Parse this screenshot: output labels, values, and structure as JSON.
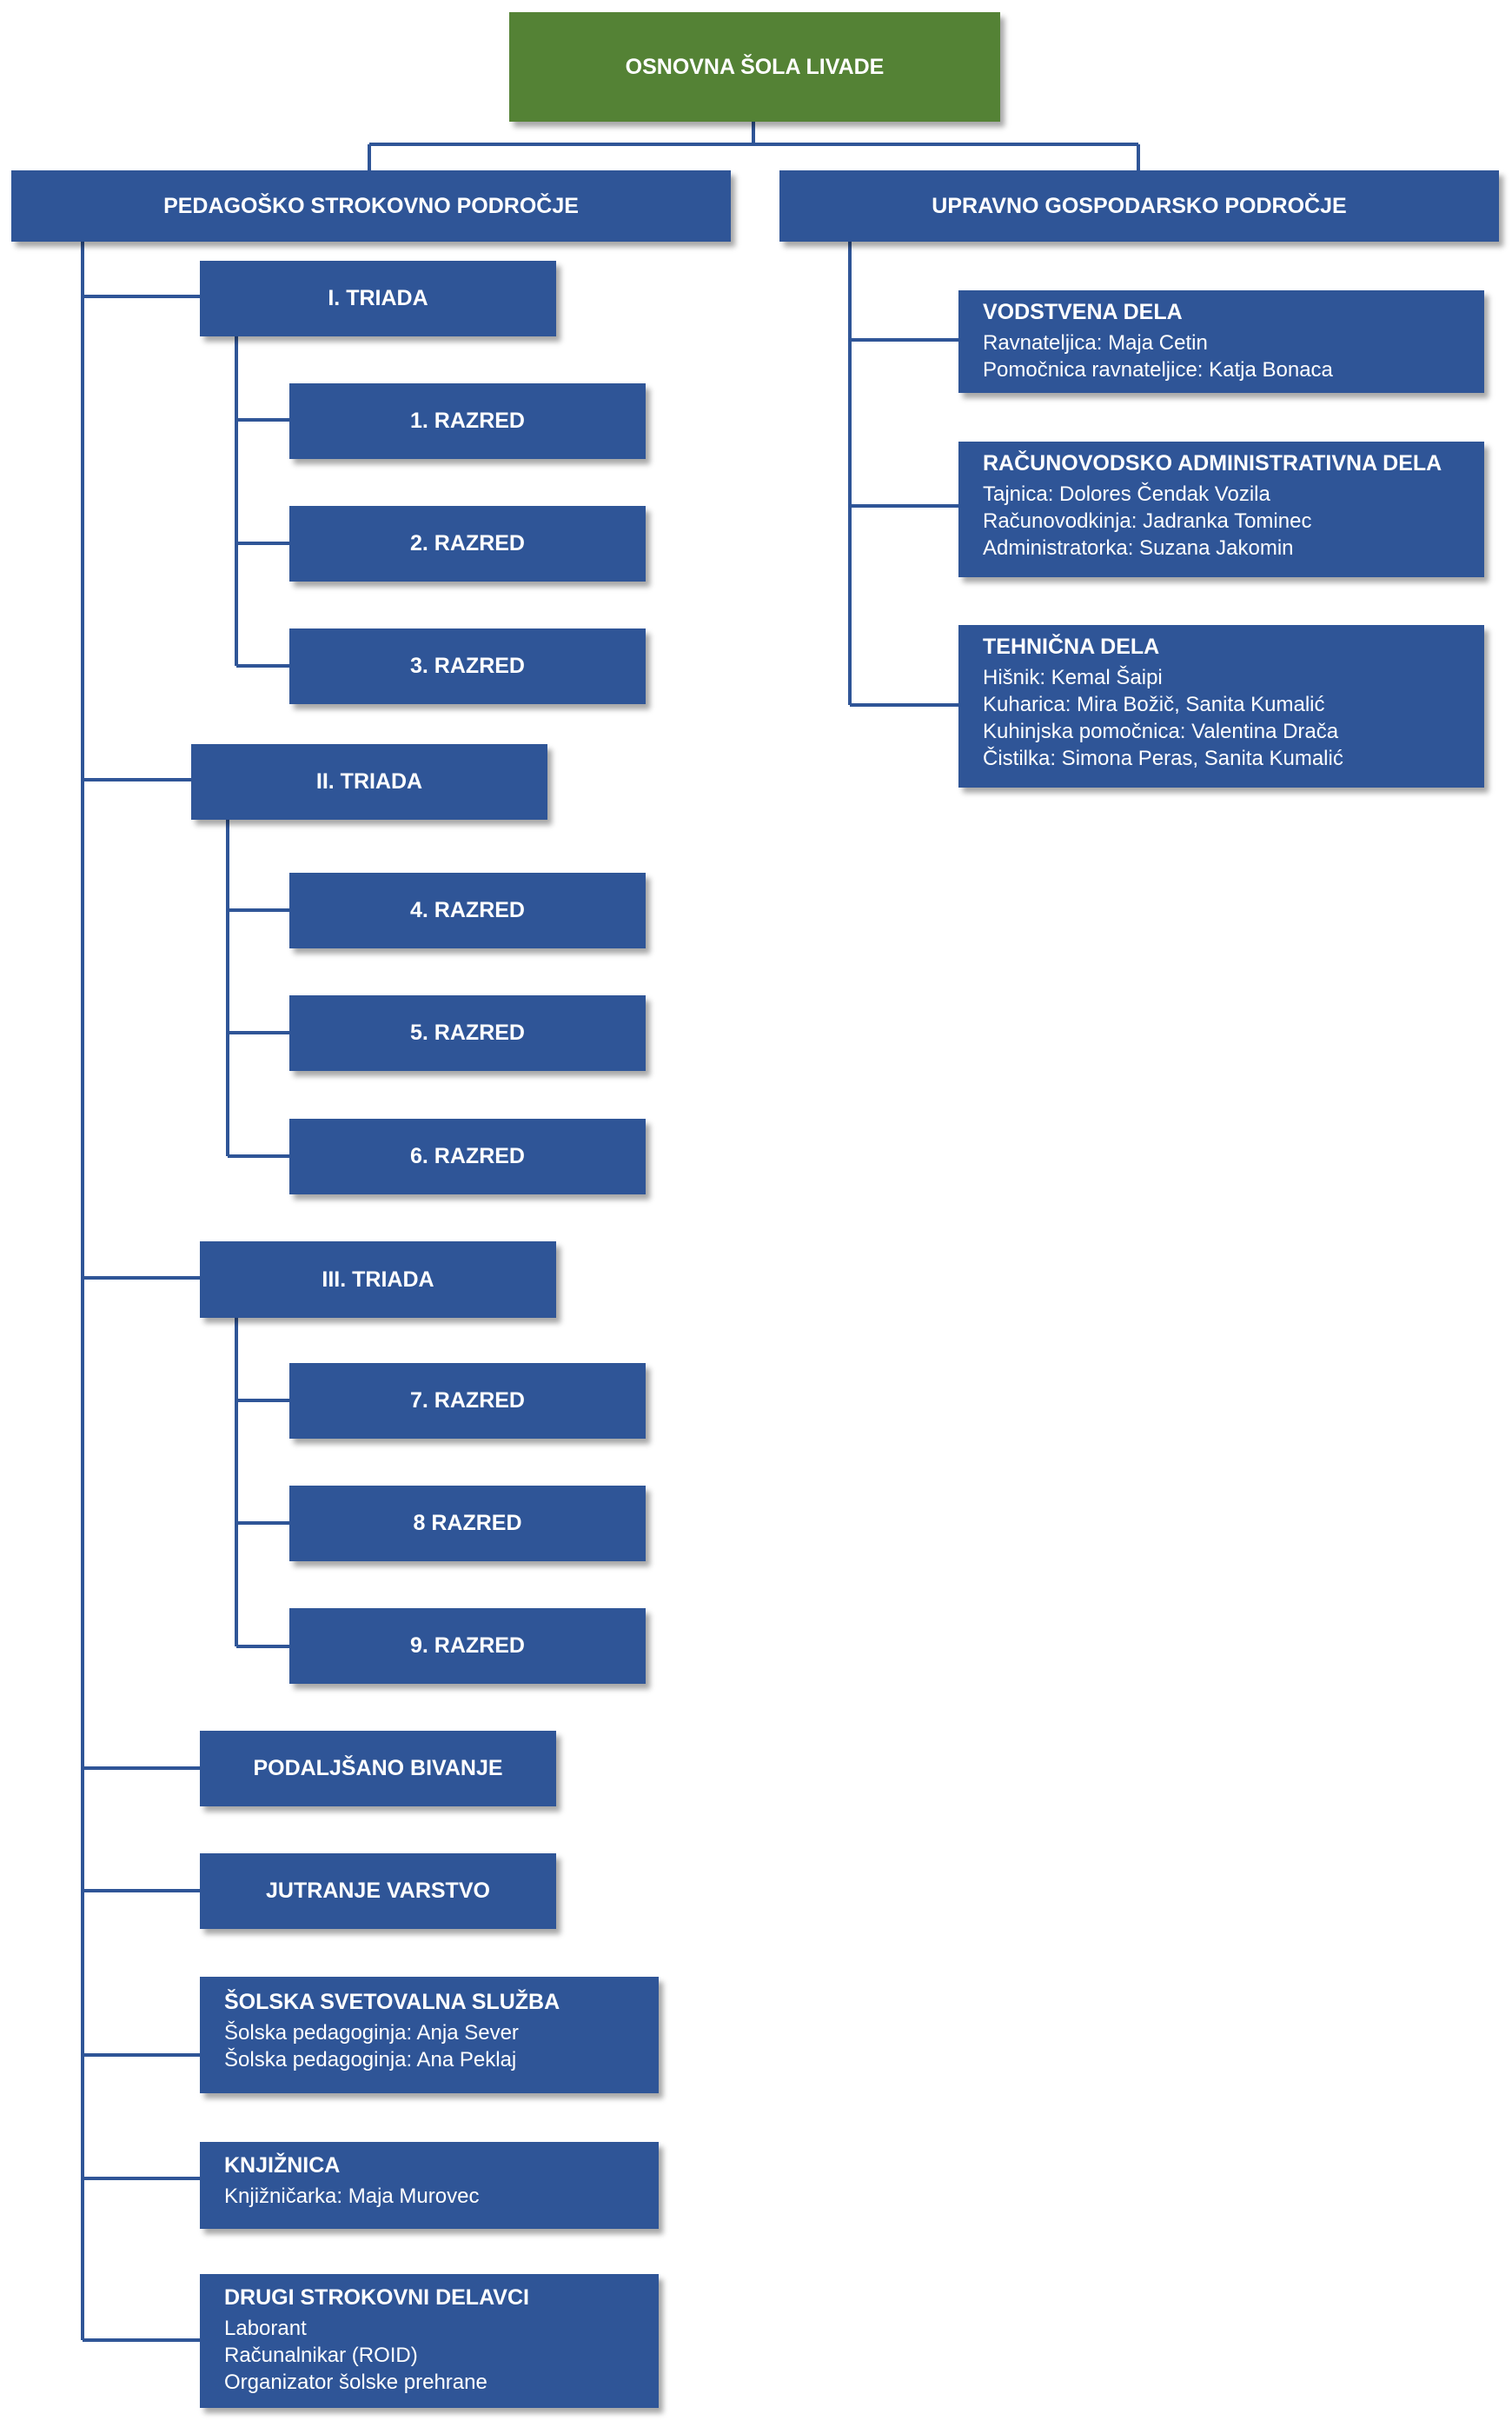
{
  "root": {
    "label": "OSNOVNA ŠOLA LIVADE"
  },
  "left": {
    "header": "PEDAGOŠKO STROKOVNO PODROČJE",
    "triade": [
      {
        "label": "I. TRIADA",
        "razredi": [
          "1. RAZRED",
          "2. RAZRED",
          "3. RAZRED"
        ]
      },
      {
        "label": "II. TRIADA",
        "razredi": [
          "4. RAZRED",
          "5. RAZRED",
          "6. RAZRED"
        ]
      },
      {
        "label": "III. TRIADA",
        "razredi": [
          "7. RAZRED",
          "8 RAZRED",
          "9. RAZRED"
        ]
      }
    ],
    "podaljsano": "PODALJŠANO BIVANJE",
    "jutranje": "JUTRANJE VARSTVO",
    "svetovalna": {
      "title": "ŠOLSKA SVETOVALNA SLUŽBA",
      "lines": [
        "Šolska pedagoginja: Anja Sever",
        "Šolska pedagoginja: Ana Peklaj"
      ]
    },
    "knjiznica": {
      "title": "KNJIŽNICA",
      "lines": [
        "Knjižničarka: Maja Murovec"
      ]
    },
    "drugi": {
      "title": "DRUGI STROKOVNI DELAVCI",
      "lines": [
        "Laborant",
        "Računalnikar (ROID)",
        "Organizator šolske prehrane"
      ]
    }
  },
  "right": {
    "header": "UPRAVNO GOSPODARSKO PODROČJE",
    "vodstvena": {
      "title": "VODSTVENA DELA",
      "lines": [
        "Ravnateljica: Maja Cetin",
        "Pomočnica ravnateljice: Katja Bonaca"
      ]
    },
    "racunovodska": {
      "title": "RAČUNOVODSKO ADMINISTRATIVNA DELA",
      "lines": [
        "Tajnica: Dolores Čendak Vozila",
        "Računovodkinja: Jadranka Tominec",
        "Administratorka: Suzana Jakomin"
      ]
    },
    "tehnicna": {
      "title": "TEHNIČNA DELA",
      "lines": [
        "Hišnik: Kemal Šaipi",
        "Kuharica: Mira Božič, Sanita Kumalić",
        "Kuhinjska pomočnica: Valentina Drača",
        "Čistilka: Simona Peras, Sanita Kumalić"
      ]
    }
  },
  "colors": {
    "box": "#2f5597",
    "root": "#548235",
    "connector": "#2f5597",
    "text": "#ffffff"
  }
}
